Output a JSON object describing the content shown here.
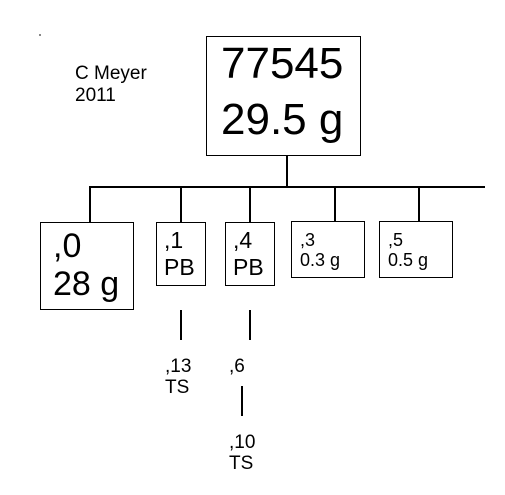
{
  "author": {
    "name": "C Meyer",
    "year": "2011"
  },
  "root": {
    "id": "77545",
    "weight": "29.5 g"
  },
  "children": [
    {
      "id": ",0",
      "label": "28 g"
    },
    {
      "id": ",1",
      "label": "PB"
    },
    {
      "id": ",4",
      "label": "PB"
    },
    {
      "id": ",3",
      "label": "0.3 g"
    },
    {
      "id": ",5",
      "label": "0.5 g"
    }
  ],
  "descendants": [
    {
      "id": ",13",
      "label": "TS"
    },
    {
      "id": ",6",
      "label": ""
    },
    {
      "id": ",10",
      "label": "TS"
    }
  ]
}
